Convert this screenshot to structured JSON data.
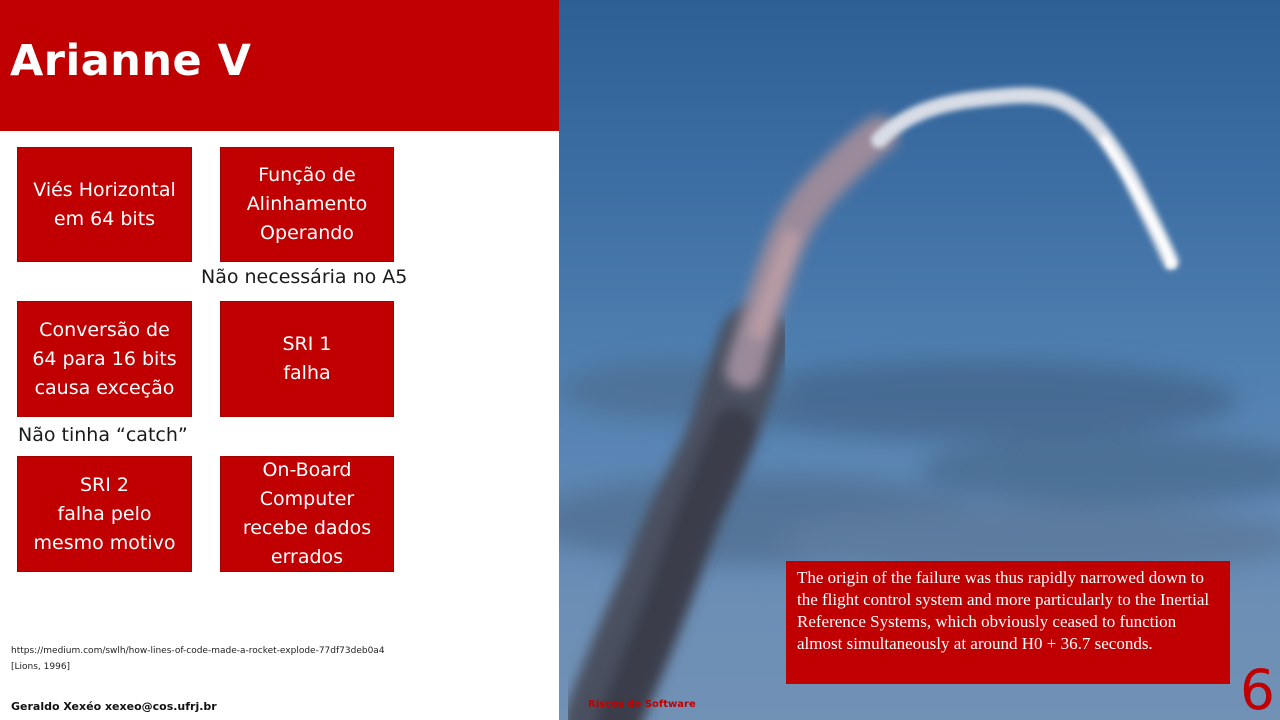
{
  "slide": {
    "title": "Arianne V",
    "boxes": [
      "Viés Horizontal\nem 64 bits",
      "Função de\nAlinhamento\nOperando",
      "Conversão de\n64 para 16 bits\ncausa exceção",
      "SRI 1\nfalha",
      "SRI 2\nfalha pelo\nmesmo motivo",
      "On-Board\nComputer\nrecebe dados\nerrados"
    ],
    "notes": [
      "Não necessária no A5",
      "Não tinha “catch”"
    ],
    "references": [
      "https://medium.com/swlh/how-lines-of-code-made-a-rocket-explode-77df73deb0a4",
      "[Lions, 1996]"
    ],
    "author": "Geraldo Xexéo xexeo@cos.ufrj.br",
    "quote": "The origin of the failure  was thus rapidly narrowed down to the flight  control system and more particularly to the Inertial  Reference Systems, which  obviously ceased to function almost simultaneously  at around H0 + 36.7 seconds.",
    "footer": "Riscos do Software",
    "slide_number": "6"
  },
  "colors": {
    "accent": "#c00000",
    "sky_top": "#2d5f95",
    "sky_bottom": "#7191b5"
  }
}
